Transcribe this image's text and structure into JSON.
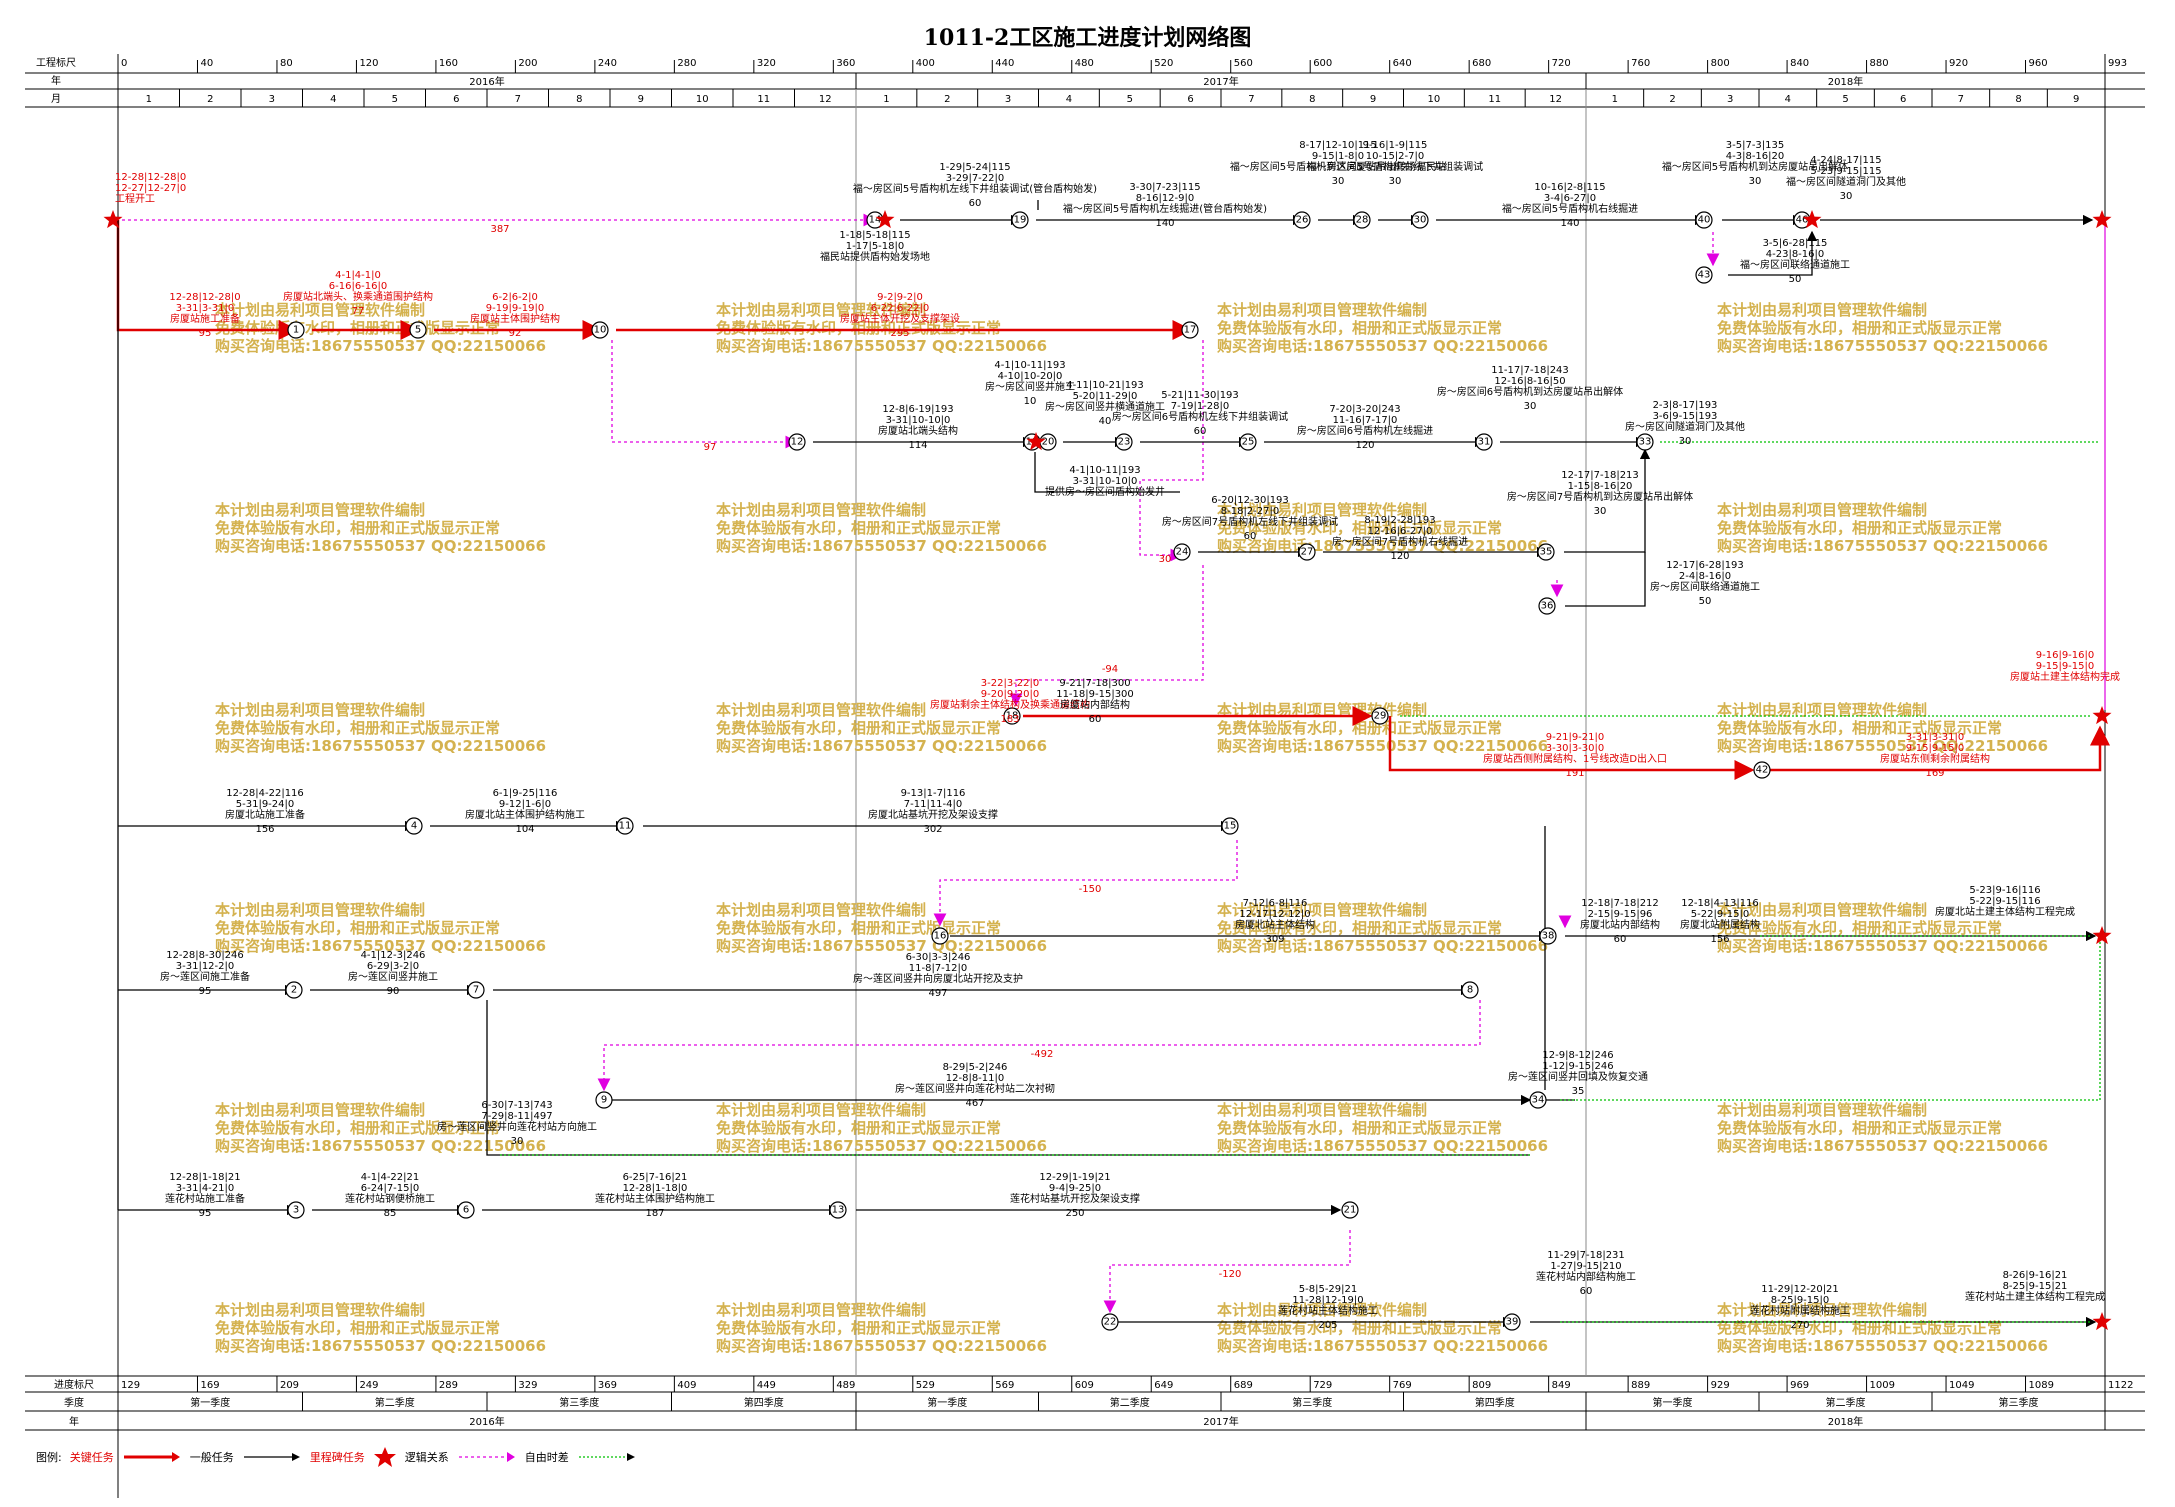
{
  "title": "1011-2工区施工进度计划网络图",
  "header": {
    "scale_label": "工程标尺",
    "year_label": "年",
    "month_label": "月",
    "scale_ticks": [
      "0",
      "40",
      "80",
      "120",
      "160",
      "200",
      "240",
      "280",
      "320",
      "360",
      "400",
      "440",
      "480",
      "520",
      "560",
      "600",
      "640",
      "680",
      "720",
      "760",
      "800",
      "840",
      "880",
      "920",
      "960",
      "993"
    ],
    "years": [
      "2016年",
      "2017年",
      "2018年"
    ],
    "months_2016": [
      "1",
      "2",
      "3",
      "4",
      "5",
      "6",
      "7",
      "8",
      "9",
      "10",
      "11",
      "12"
    ],
    "months_2017": [
      "1",
      "2",
      "3",
      "4",
      "5",
      "6",
      "7",
      "8",
      "9",
      "10",
      "11",
      "12"
    ],
    "months_2018": [
      "1",
      "2",
      "3",
      "4",
      "5",
      "6",
      "7",
      "8",
      "9"
    ]
  },
  "footer": {
    "progress_label": "进度标尺",
    "quarter_label": "季度",
    "year_label": "年",
    "progress_ticks": [
      "129",
      "169",
      "209",
      "249",
      "289",
      "329",
      "369",
      "409",
      "449",
      "489",
      "529",
      "569",
      "609",
      "649",
      "689",
      "729",
      "769",
      "809",
      "849",
      "889",
      "929",
      "969",
      "1009",
      "1049",
      "1089",
      "1122"
    ],
    "quarters_2016": [
      "第一季度",
      "第二季度",
      "第三季度",
      "第四季度"
    ],
    "quarters_2017": [
      "第一季度",
      "第二季度",
      "第三季度",
      "第四季度"
    ],
    "quarters_2018": [
      "第一季度",
      "第二季度",
      "第三季度"
    ],
    "years": [
      "2016年",
      "2017年",
      "2018年"
    ]
  },
  "watermark": [
    "本计划由易利项目管理软件编制",
    "免费体验版有水印，相册和正式版显示正常",
    "购买咨询电话:18675550537 QQ:22150066"
  ],
  "legend": {
    "prefix": "图例:",
    "critical": "关键任务",
    "normal": "一般任务",
    "milestone": "里程碑任务",
    "logic": "逻辑关系",
    "free_float": "自由时差"
  },
  "colors": {
    "critical": "#e00000",
    "logic": "#e000e0",
    "float": "#00c000",
    "watermark": "#d4b24f"
  },
  "tasks": [
    {
      "name": "工程开工",
      "dates": "12-28|12-28|0 12-27|12-27|0",
      "dur": ""
    },
    {
      "name": "房厦站施工准备",
      "dates": "12-28|12-28|0 3-31|3-31|0",
      "dur": "95"
    },
    {
      "name": "房厦站北端头、换乘通道围护结构",
      "dates": "4-1|4-1|0 6-16|6-16|0",
      "dur": "77"
    },
    {
      "name": "房厦站主体围护结构",
      "dates": "6-2|6-2|0 9-19|9-19|0",
      "dur": "92"
    },
    {
      "name": "房厦站主体开挖及支撑架设",
      "dates": "9-2|9-2|0 6-22|6-22|0",
      "dur": "295"
    },
    {
      "name": "房厦站剩余主体结构及换乘通道结构",
      "dates": "3-22|3-22|0 9-20|9-20|0",
      "dur": "183"
    },
    {
      "name": "房厦站内部结构",
      "dates": "9-21|7-18|300 11-18|9-15|300",
      "dur": "60"
    },
    {
      "name": "房厦站西侧附属结构、1号线改造D出入口",
      "dates": "9-21|9-21|0 3-30|3-30|0",
      "dur": "191"
    },
    {
      "name": "房厦站东侧剩余附属结构",
      "dates": "3-31|3-31|0 9-15|9-15|0",
      "dur": "169"
    },
    {
      "name": "房厦站土建主体结构完成",
      "dates": "9-16|9-16|0 9-15|9-15|0",
      "dur": ""
    },
    {
      "name": "房厦站北端头结构",
      "dates": "12-8|6-19|193 3-31|10-10|0",
      "dur": "114"
    },
    {
      "name": "福民站提供盾构始发场地",
      "dates": "1-18|5-18|115 1-17|5-18|0",
      "dur": ""
    },
    {
      "name": "福～房区间5号盾构机左线下井组装调试(管台盾构始发)",
      "dates": "1-29|5-24|115 3-29|7-22|0",
      "dur": "60"
    },
    {
      "name": "福～房区间5号盾构机左线掘进(管台盾构始发)",
      "dates": "3-30|7-23|115 8-16|12-9|0",
      "dur": "140"
    },
    {
      "name": "福～房区间5号盾构机到达房厦站吊出转场福民站",
      "dates": "8-17|12-10|115 9-15|1-8|0",
      "dur": "30"
    },
    {
      "name": "福～房区间5号盾构机右线下井组装调试",
      "dates": "9-16|1-9|115 10-15|2-7|0",
      "dur": "30"
    },
    {
      "name": "福～房区间5号盾构机右线掘进",
      "dates": "10-16|2-8|115 3-4|6-27|0",
      "dur": "140"
    },
    {
      "name": "福～房区间5号盾构机到达房厦站吊出解体",
      "dates": "3-5|7-3|135 4-3|8-16|20",
      "dur": "30"
    },
    {
      "name": "福～房区间隧道洞门及其他",
      "dates": "4-24|8-17|115 5-23|9-15|115",
      "dur": "30"
    },
    {
      "name": "福～房区间联络通道施工",
      "dates": "3-5|6-28|115 4-23|8-16|0",
      "dur": "50"
    },
    {
      "name": "房～房区间竖井施工",
      "dates": "4-1|10-11|193 4-10|10-20|0",
      "dur": "10"
    },
    {
      "name": "房～房区间竖井横通道施工",
      "dates": "4-11|10-21|193 5-20|11-29|0",
      "dur": "40"
    },
    {
      "name": "提供房～房区间盾构始发井",
      "dates": "4-1|10-11|193 3-31|10-10|0",
      "dur": ""
    },
    {
      "name": "房～房区间6号盾构机左线下井组装调试",
      "dates": "5-21|11-30|193 7-19|1-28|0",
      "dur": "60"
    },
    {
      "name": "房～房区间6号盾构机左线掘进",
      "dates": "7-20|3-20|243 11-16|7-17|0",
      "dur": "120"
    },
    {
      "name": "房～房区间6号盾构机到达房厦站吊出解体",
      "dates": "11-17|7-18|243 12-16|8-16|50",
      "dur": "30"
    },
    {
      "name": "房～房区间隧道洞门及其他",
      "dates": "2-3|8-17|193 3-6|9-15|193",
      "dur": "30"
    },
    {
      "name": "房～房区间7号盾构机左线下井组装调试",
      "dates": "6-20|12-30|193 8-18|2-27|0",
      "dur": "60"
    },
    {
      "name": "房～房区间7号盾构机右线掘进",
      "dates": "8-19|2-28|193 12-16|6-27|0",
      "dur": "120"
    },
    {
      "name": "房～房区间7号盾构机到达房厦站吊出解体",
      "dates": "12-17|7-18|213 1-15|8-16|20",
      "dur": "30"
    },
    {
      "name": "房～房区间联络通道施工",
      "dates": "12-17|6-28|193 2-4|8-16|0",
      "dur": "50"
    },
    {
      "name": "房厦北站施工准备",
      "dates": "12-28|4-22|116 5-31|9-24|0",
      "dur": "156"
    },
    {
      "name": "房厦北站主体围护结构施工",
      "dates": "6-1|9-25|116 9-12|1-6|0",
      "dur": "104"
    },
    {
      "name": "房厦北站基坑开挖及架设支撑",
      "dates": "9-13|1-7|116 7-11|11-4|0",
      "dur": "302"
    },
    {
      "name": "房厦北站主体结构",
      "dates": "7-12|6-8|116 12-17|12-12|0",
      "dur": "309"
    },
    {
      "name": "房厦北站内部结构",
      "dates": "12-18|7-18|212 2-15|9-15|96",
      "dur": "60"
    },
    {
      "name": "房厦北站附属结构",
      "dates": "12-18|4-13|116 5-22|9-15|0",
      "dur": "156"
    },
    {
      "name": "房厦北站土建主体结构工程完成",
      "dates": "5-23|9-16|116 5-22|9-15|116",
      "dur": ""
    },
    {
      "name": "房～莲区间施工准备",
      "dates": "12-28|8-30|246 3-31|12-2|0",
      "dur": "95"
    },
    {
      "name": "房～莲区间竖井施工",
      "dates": "4-1|12-3|246 6-29|3-2|0",
      "dur": "90"
    },
    {
      "name": "房～莲区间竖井向房厦北站开挖及支护",
      "dates": "6-30|3-3|246 11-8|7-12|0",
      "dur": "497"
    },
    {
      "name": "房～莲区间竖井向莲花村站二次衬砌",
      "dates": "8-29|5-2|246 12-8|8-11|0",
      "dur": "467"
    },
    {
      "name": "房～莲区间竖井向莲花村站方向施工",
      "dates": "6-30|7-13|743 7-29|8-11|497",
      "dur": "30"
    },
    {
      "name": "房～莲区间竖井回填及恢复交通",
      "dates": "12-9|8-12|246 1-12|9-15|246",
      "dur": "35"
    },
    {
      "name": "莲花村站施工准备",
      "dates": "12-28|1-18|21 3-31|4-21|0",
      "dur": "95"
    },
    {
      "name": "莲花村站钢便桥施工",
      "dates": "4-1|4-22|21 6-24|7-15|0",
      "dur": "85"
    },
    {
      "name": "莲花村站主体围护结构施工",
      "dates": "6-25|7-16|21 12-28|1-18|0",
      "dur": "187"
    },
    {
      "name": "莲花村站基坑开挖及架设支撑",
      "dates": "12-29|1-19|21 9-4|9-25|0",
      "dur": "250"
    },
    {
      "name": "莲花村站主体结构施工",
      "dates": "5-8|5-29|21 11-28|12-19|0",
      "dur": "205"
    },
    {
      "name": "莲花村站内部结构施工",
      "dates": "11-29|7-18|231 1-27|9-15|210",
      "dur": "60"
    },
    {
      "name": "莲花村站附属结构施工",
      "dates": "11-29|12-20|21 8-25|9-15|0",
      "dur": "270"
    },
    {
      "name": "莲花村站土建主体结构工程完成",
      "dates": "8-26|9-16|21 8-25|9-15|21",
      "dur": ""
    }
  ],
  "float_labels": [
    "387",
    "97",
    "-94",
    "30",
    "-150",
    "-492",
    "-120"
  ]
}
